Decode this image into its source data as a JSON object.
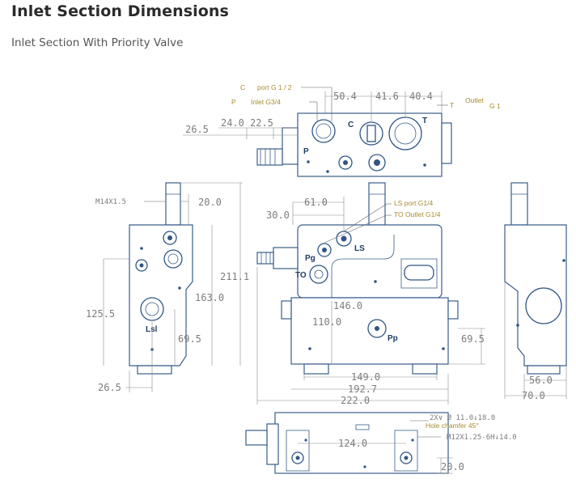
{
  "header": {
    "title": "Inlet Section Dimensions",
    "subtitle": "Inlet Section With Priority Valve"
  },
  "drawing": {
    "top_view": {
      "dims": [
        "50.4",
        "41.6",
        "40.4",
        "26.5",
        "24.0",
        "22.5"
      ],
      "callouts": {
        "c_port_letter": "C",
        "c_port_text": "port G 1 / 2",
        "p_port_letter": "P",
        "p_port_text": "Inlet G3/4",
        "t_port_letter": "T",
        "outlet_label": "Outlet",
        "outlet_thread": "G 1"
      },
      "port_labels": [
        "C",
        "P",
        "T"
      ]
    },
    "left_view": {
      "dims": [
        "20.0",
        "211.1",
        "163.0",
        "125.5",
        "69.5",
        "26.5"
      ],
      "thread": "M14X1.5",
      "port_label": "Lsl"
    },
    "front_view": {
      "dims": [
        "61.0",
        "30.0",
        "146.0",
        "110.0",
        "69.5",
        "149.0",
        "192.7",
        "222.0"
      ],
      "ls_callout": "LS port G1/4",
      "to_callout": "TO Outlet G1/4",
      "port_labels": [
        "Pg",
        "LS",
        "TO",
        "Pp"
      ]
    },
    "right_view": {
      "dims": [
        "56.0",
        "70.0"
      ]
    },
    "bottom_view": {
      "dims": [
        "124.0",
        "20.0"
      ],
      "hole_spec": "2X∨ Ø 11.0↓18.0",
      "chamfer": "Hole chamfer 45°",
      "thread_spec": "M12X1.25-6H↓14.0"
    }
  }
}
